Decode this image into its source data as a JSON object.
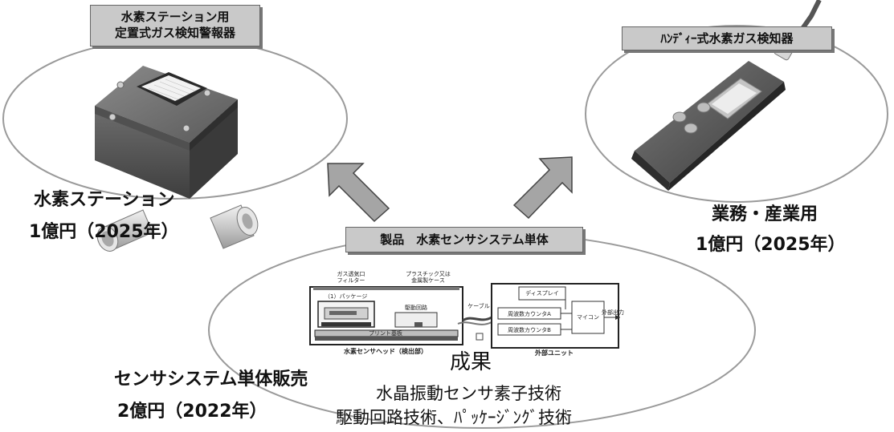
{
  "station_detector": {
    "title_line1": "水素ステーション用",
    "title_line2": "定置式ガス検知警報器",
    "market_label": "水素ステーション",
    "market_value": "1億円（2025年）"
  },
  "handy_detector": {
    "title": "ﾊﾝﾃﾞｨｰ式水素ガス検知器",
    "market_label": "業務・産業用",
    "market_value": "1億円（2025年）"
  },
  "product": {
    "title": "製品　水素センサシステム単体",
    "market_label": "センサシステム単体販売",
    "market_value": "2億円（2022年）"
  },
  "results": {
    "heading": "成果",
    "line1": "水晶振動センサ素子技術",
    "line2": "駆動回路技術、ﾊﾟｯｹｰｼﾞﾝｸﾞ技術"
  },
  "schematic": {
    "gas_filter": "ガス透気口\nフィルター",
    "case": "プラスチック又は\n金属製ケース",
    "package": "（1）パッケージ",
    "drive_circuit": "駆動回路",
    "pcb": "プリント基板",
    "cable": "ケーブル",
    "display": "ディスプレイ",
    "counter_a": "周波数カウンタA",
    "counter_b": "周波数カウンタB",
    "microcontroller": "マイコン",
    "external_output": "外部出力",
    "sensor_head_caption": "水素センサヘッド（検出部）",
    "external_unit_caption": "外部ユニット"
  },
  "colors": {
    "label_fill": "#c9c9c9",
    "ellipse_stroke": "#9a9a9a",
    "arrow_fill": "#a5a5a5"
  }
}
